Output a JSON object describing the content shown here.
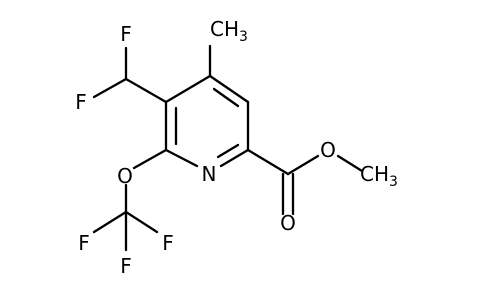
{
  "molecule": {
    "atoms": {
      "f_top": "F",
      "f_left": "F",
      "methyl_top": "CH",
      "methyl_top_sub": "3",
      "nitrogen": "N",
      "ring_oxygen": "O",
      "ester_oxygen_single": "O",
      "ester_oxygen_double": "O",
      "f_bottom_left": "F",
      "f_bottom_right": "F",
      "f_bottom_middle": "F",
      "methyl_right": "CH",
      "methyl_right_sub": "3"
    }
  },
  "colors": {
    "bond": "#000000",
    "label": "#000000",
    "background": "#ffffff"
  }
}
